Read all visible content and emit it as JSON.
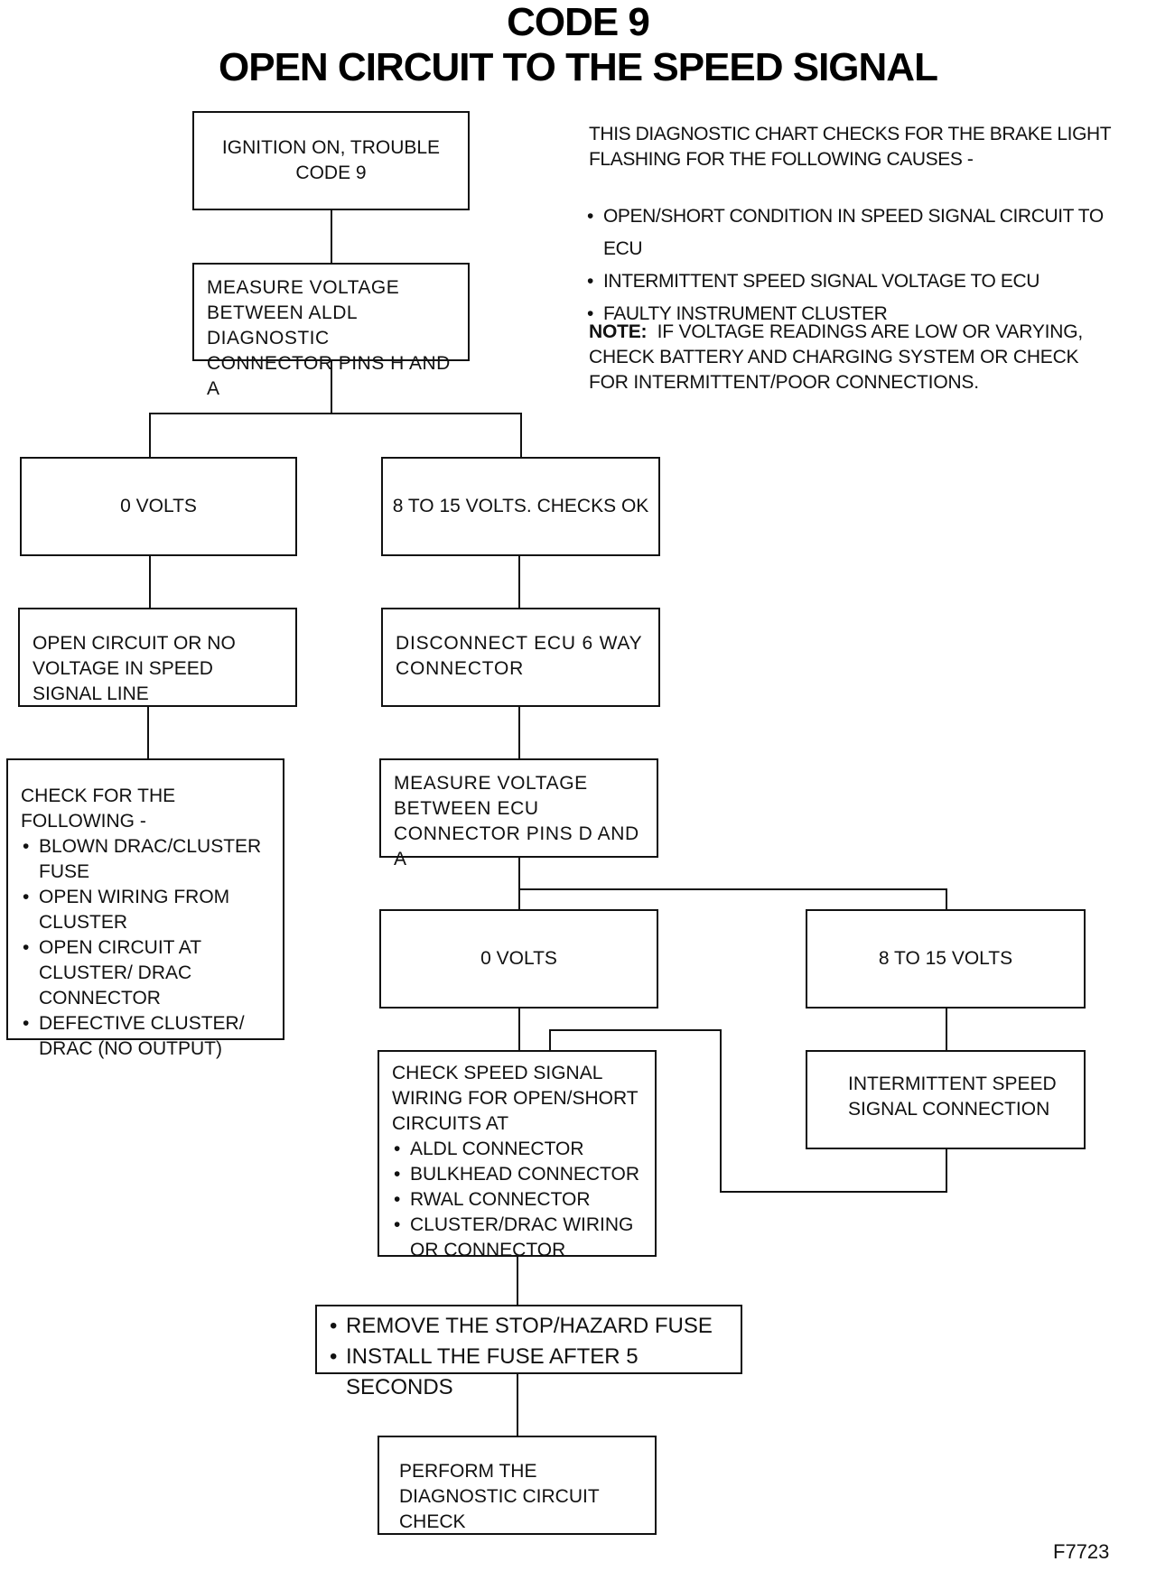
{
  "title": {
    "line1": "CODE 9",
    "line2": "OPEN CIRCUIT TO THE SPEED SIGNAL"
  },
  "intro": "THIS DIAGNOSTIC CHART CHECKS FOR THE BRAKE LIGHT FLASHING FOR THE FOLLOWING CAUSES -",
  "causes": [
    "OPEN/SHORT CONDITION IN SPEED SIGNAL CIRCUIT TO ECU",
    "INTERMITTENT SPEED SIGNAL VOLTAGE TO ECU",
    "FAULTY INSTRUMENT CLUSTER"
  ],
  "note": {
    "label": "NOTE:",
    "text": "IF VOLTAGE READINGS ARE LOW OR VARYING, CHECK BATTERY AND CHARGING SYSTEM OR CHECK FOR INTERMITTENT/POOR CONNECTIONS."
  },
  "boxes": {
    "start": "IGNITION ON, TROUBLE CODE 9",
    "measure1": "MEASURE VOLTAGE BETWEEN ALDL DIAGNOSTIC CONNECTOR PINS H AND A",
    "zero1": "0 VOLTS",
    "ok1": "8 TO 15 VOLTS. CHECKS OK",
    "open_circuit": "OPEN CIRCUIT OR NO VOLTAGE IN SPEED SIGNAL LINE",
    "disconnect": "DISCONNECT ECU 6 WAY CONNECTOR",
    "check_following": {
      "heading": "CHECK FOR THE FOLLOWING -",
      "items": [
        "BLOWN DRAC/CLUSTER FUSE",
        "OPEN WIRING FROM CLUSTER",
        "OPEN CIRCUIT AT CLUSTER/ DRAC CONNECTOR",
        "DEFECTIVE CLUSTER/ DRAC (NO OUTPUT)"
      ]
    },
    "measure2": "MEASURE VOLTAGE BETWEEN ECU CONNECTOR PINS D AND A",
    "zero2": "0 VOLTS",
    "ok2": "8 TO 15 VOLTS",
    "intermittent": "INTERMITTENT SPEED SIGNAL CONNECTION",
    "check_wiring": {
      "heading": "CHECK SPEED SIGNAL WIRING FOR OPEN/SHORT CIRCUITS AT",
      "items": [
        "ALDL CONNECTOR",
        "BULKHEAD CONNECTOR",
        "RWAL CONNECTOR",
        "CLUSTER/DRAC WIRING OR CONNECTOR"
      ]
    },
    "fuse": {
      "items": [
        "REMOVE THE STOP/HAZARD FUSE",
        "INSTALL THE FUSE AFTER 5 SECONDS"
      ]
    },
    "perform": "PERFORM THE DIAGNOSTIC CIRCUIT CHECK"
  },
  "figure_id": "F7723"
}
